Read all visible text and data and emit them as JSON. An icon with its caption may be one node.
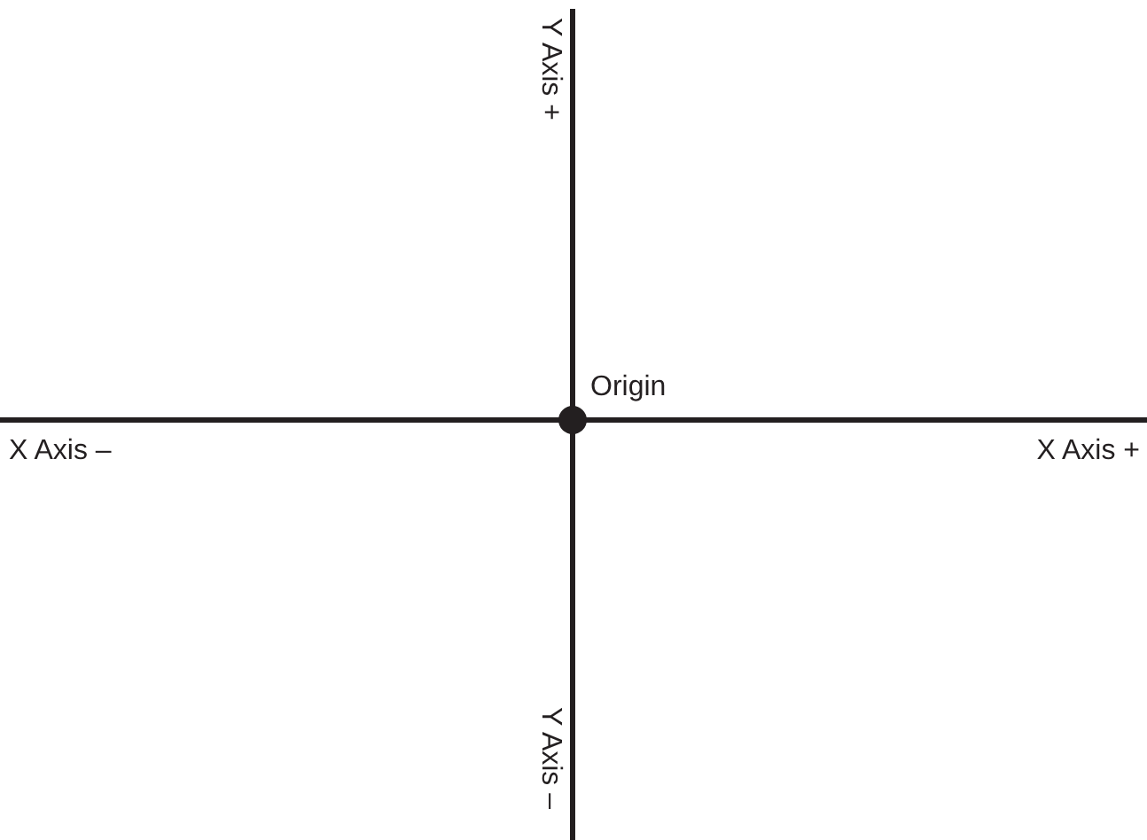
{
  "diagram": {
    "labels": [
      "Y Axis +",
      "Origin",
      "X Axis –",
      "X Axis +",
      "Y Axis –"
    ]
  }
}
